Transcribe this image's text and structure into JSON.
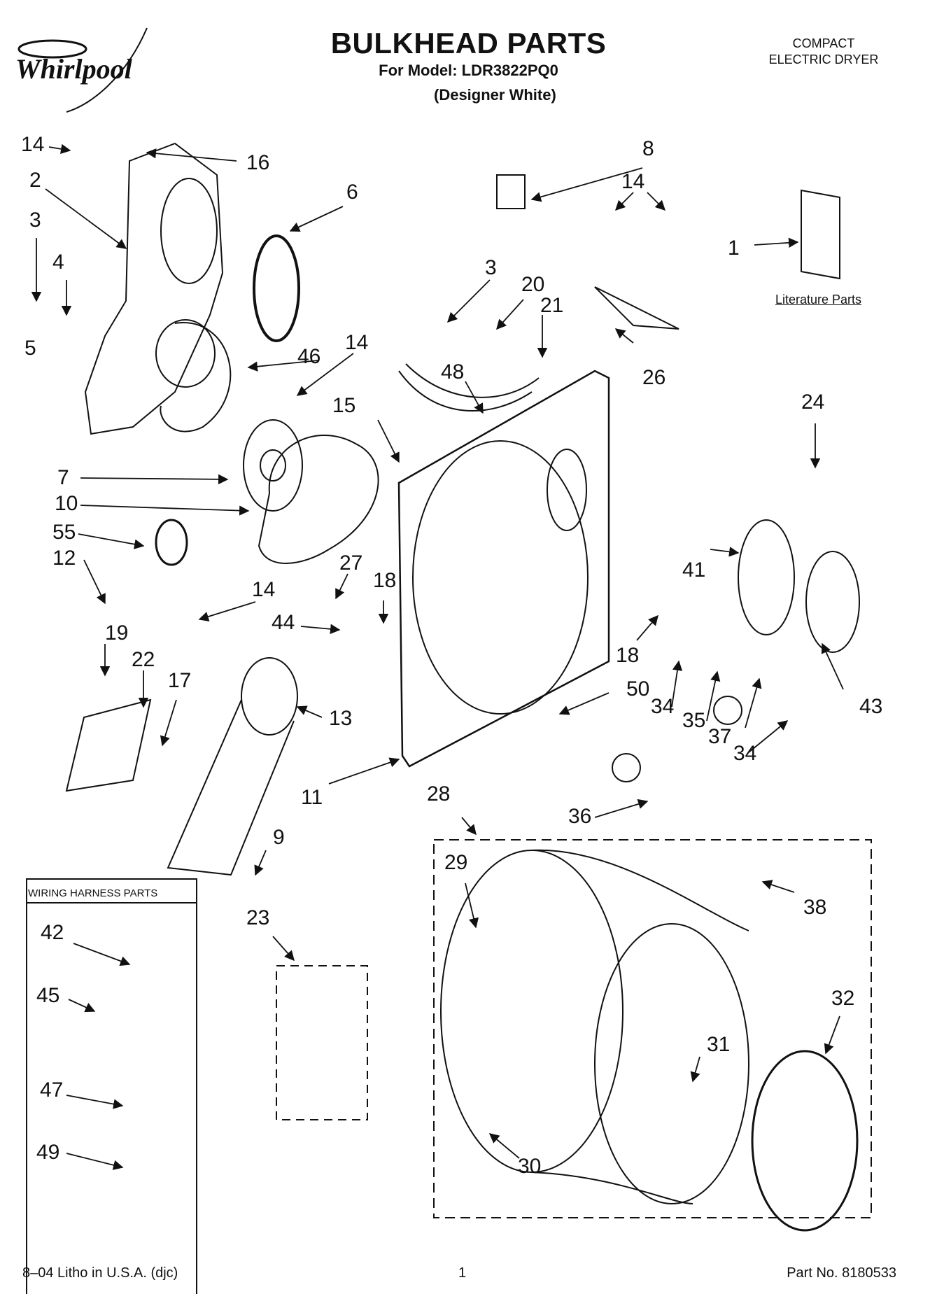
{
  "header": {
    "brand": "Whirlpool",
    "title": "BULKHEAD PARTS",
    "model_line": "For Model: LDR3822PQ0",
    "variant": "(Designer White)",
    "product_type_line1": "COMPACT",
    "product_type_line2": "ELECTRIC DRYER"
  },
  "literature_label": "Literature Parts",
  "wiring_harness": {
    "title": "WIRING HARNESS PARTS",
    "items": [
      "42",
      "45",
      "47",
      "49"
    ]
  },
  "callouts": {
    "c14a": "14",
    "c16": "16",
    "c2": "2",
    "c3a": "3",
    "c4": "4",
    "c5": "5",
    "c6": "6",
    "c8": "8",
    "c14b": "14",
    "c1": "1",
    "c3b": "3",
    "c20": "20",
    "c21": "21",
    "c26": "26",
    "c14c": "14",
    "c46": "46",
    "c48": "48",
    "c15": "15",
    "c24": "24",
    "c7": "7",
    "c10": "10",
    "c55": "55",
    "c12": "12",
    "c14d": "14",
    "c27": "27",
    "c18a": "18",
    "c44": "44",
    "c41": "41",
    "c18b": "18",
    "c19": "19",
    "c22": "22",
    "c17": "17",
    "c13": "13",
    "c50": "50",
    "c34a": "34",
    "c35": "35",
    "c37": "37",
    "c43": "43",
    "c34b": "34",
    "c11": "11",
    "c28": "28",
    "c36": "36",
    "c9": "9",
    "c29": "29",
    "c38": "38",
    "c23": "23",
    "c42": "42",
    "c45": "45",
    "c32": "32",
    "c31": "31",
    "c47": "47",
    "c49": "49",
    "c30": "30"
  },
  "footer": {
    "left": "8–04 Litho in U.S.A. (djc)",
    "center": "1",
    "right": "Part No. 8180533"
  }
}
